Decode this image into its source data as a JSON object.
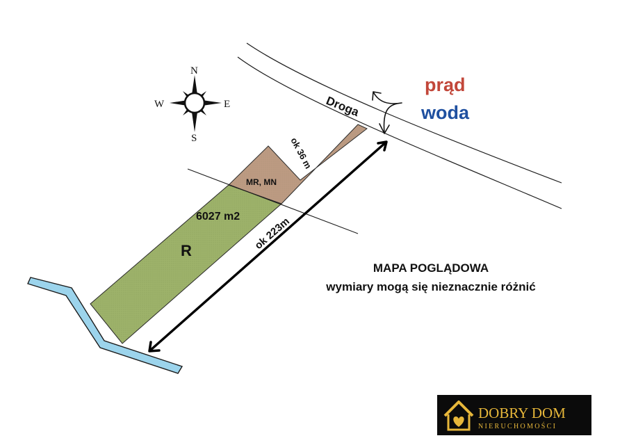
{
  "compass": {
    "north": "N",
    "south": "S",
    "east": "E",
    "west": "W"
  },
  "road": {
    "label": "Droga"
  },
  "utilities": {
    "power": "prąd",
    "water": "woda"
  },
  "parcel": {
    "zone_label": "MR, MN",
    "area": "6027 m2",
    "class": "R",
    "access_length": "ok 36 m",
    "length": "ok 223m"
  },
  "note": {
    "title": "MAPA POGLĄDOWA",
    "subtitle": "wymiary mogą się nieznacznie różnić"
  },
  "logo": {
    "brand": "DOBRY DOM",
    "tagline": "NIERUCHOMOŚCI"
  },
  "colors": {
    "field": "#9db26a",
    "building_zone": "#bc9a82",
    "water": "#9cd4ec",
    "power": "#c2473a",
    "water_label": "#1f50a0",
    "logo_bg": "#0b0b0b",
    "logo_gold": "#e7b73a"
  }
}
